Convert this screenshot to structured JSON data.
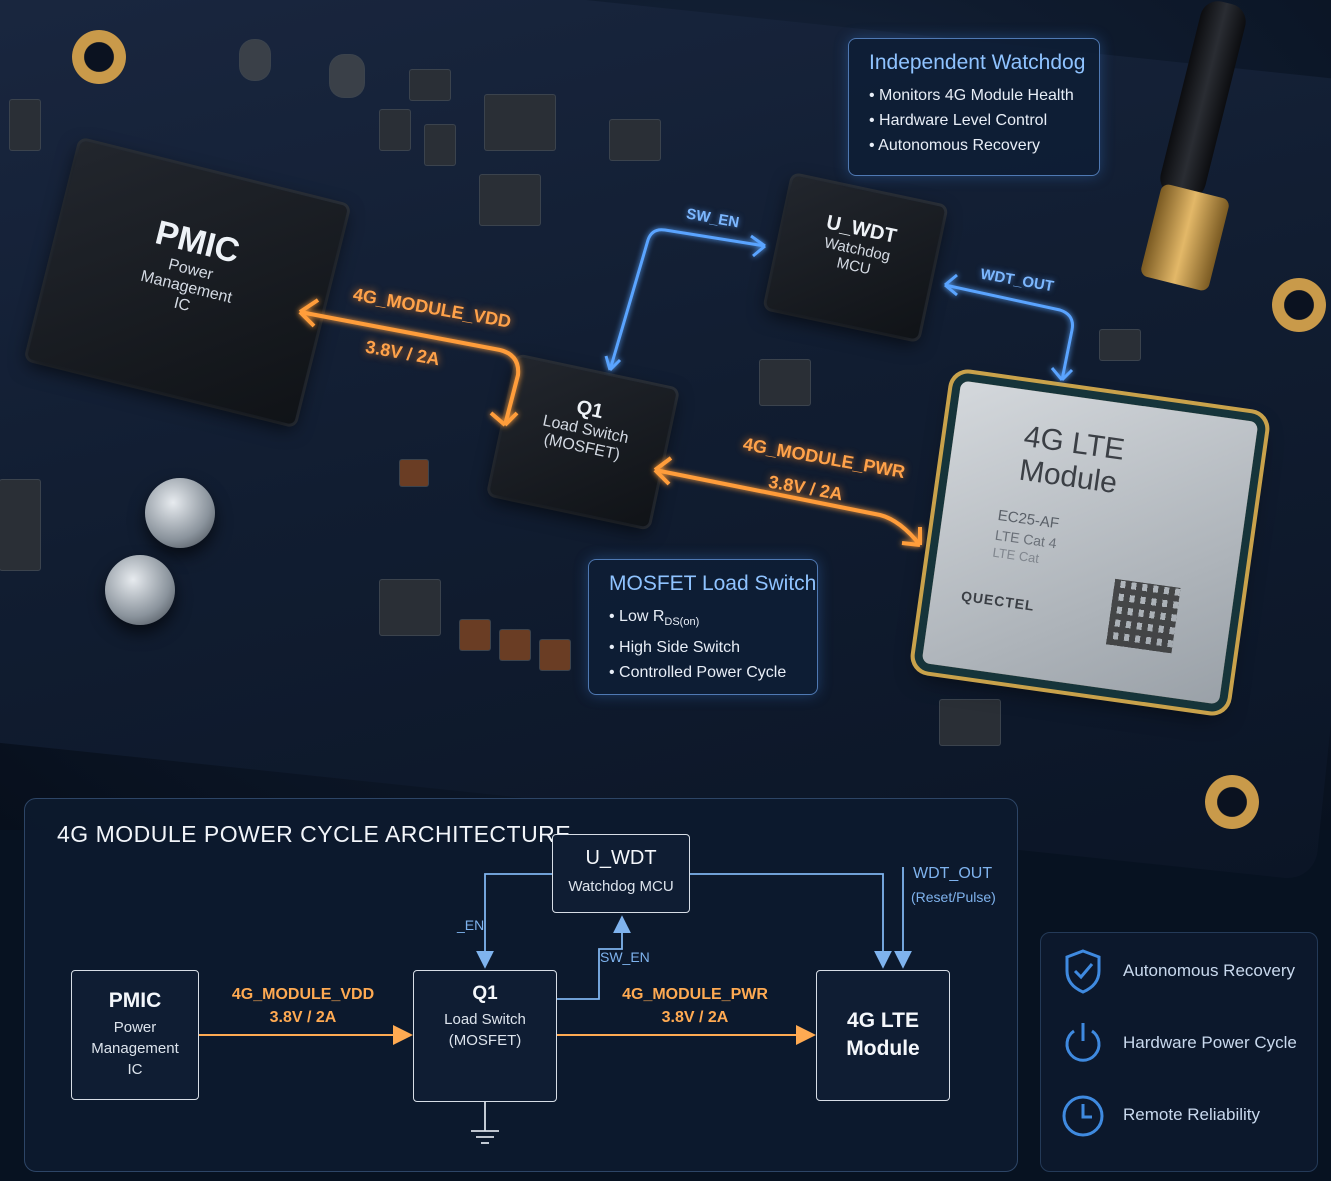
{
  "board": {
    "pmic": {
      "title": "PMIC",
      "line1": "Power",
      "line2": "Management",
      "line3": "IC"
    },
    "q1": {
      "title": "Q1",
      "line1": "Load Switch",
      "line2": "(MOSFET)"
    },
    "uwdt": {
      "title": "U_WDT",
      "line1": "Watchdog",
      "line2": "MCU"
    },
    "lte": {
      "title1": "4G LTE",
      "title2": "Module",
      "model1": "EC25-AF",
      "model2": "LTE Cat 4",
      "model3": "LTE Cat",
      "brand": "QUECTEL"
    },
    "vdd_label": "4G_MODULE_VDD",
    "vdd_value": "3.8V / 2A",
    "pwr_label": "4G_MODULE_PWR",
    "pwr_value": "3.8V / 2A",
    "sw_en": "SW_EN",
    "wdt_out": "WDT_OUT"
  },
  "callout_watchdog": {
    "title": "Independent Watchdog",
    "items": [
      "Monitors 4G Module Health",
      "Hardware Level Control",
      "Autonomous Recovery"
    ]
  },
  "callout_mosfet": {
    "title": "MOSFET Load Switch",
    "item1_main": "Low R",
    "item1_sub": "DS(on)",
    "item2": "High Side Switch",
    "item3": "Controlled Power Cycle"
  },
  "diagram": {
    "title": "4G MODULE POWER CYCLE ARCHITECTURE",
    "pmic": {
      "title": "PMIC",
      "line1": "Power",
      "line2": "Management",
      "line3": "IC"
    },
    "q1": {
      "title": "Q1",
      "line1": "Load Switch",
      "line2": "(MOSFET)"
    },
    "uwdt": {
      "title": "U_WDT",
      "line1": "Watchdog MCU"
    },
    "lte": {
      "line1": "4G LTE",
      "line2": "Module"
    },
    "vdd_label": "4G_MODULE_VDD",
    "vdd_value": "3.8V / 2A",
    "pwr_label": "4G_MODULE_PWR",
    "pwr_value": "3.8V / 2A",
    "en_label": "_EN",
    "sw_en_label": "SW_EN",
    "wdt_out_label": "WDT_OUT",
    "wdt_out_sub": "(Reset/Pulse)"
  },
  "features": [
    {
      "icon": "shield-check-icon",
      "label": "Autonomous Recovery"
    },
    {
      "icon": "power-icon",
      "label": "Hardware Power Cycle"
    },
    {
      "icon": "clock-icon",
      "label": "Remote Reliability"
    }
  ],
  "colors": {
    "power": "#ffa24a",
    "signal": "#7db8ff",
    "accent": "#8fc3ff"
  }
}
